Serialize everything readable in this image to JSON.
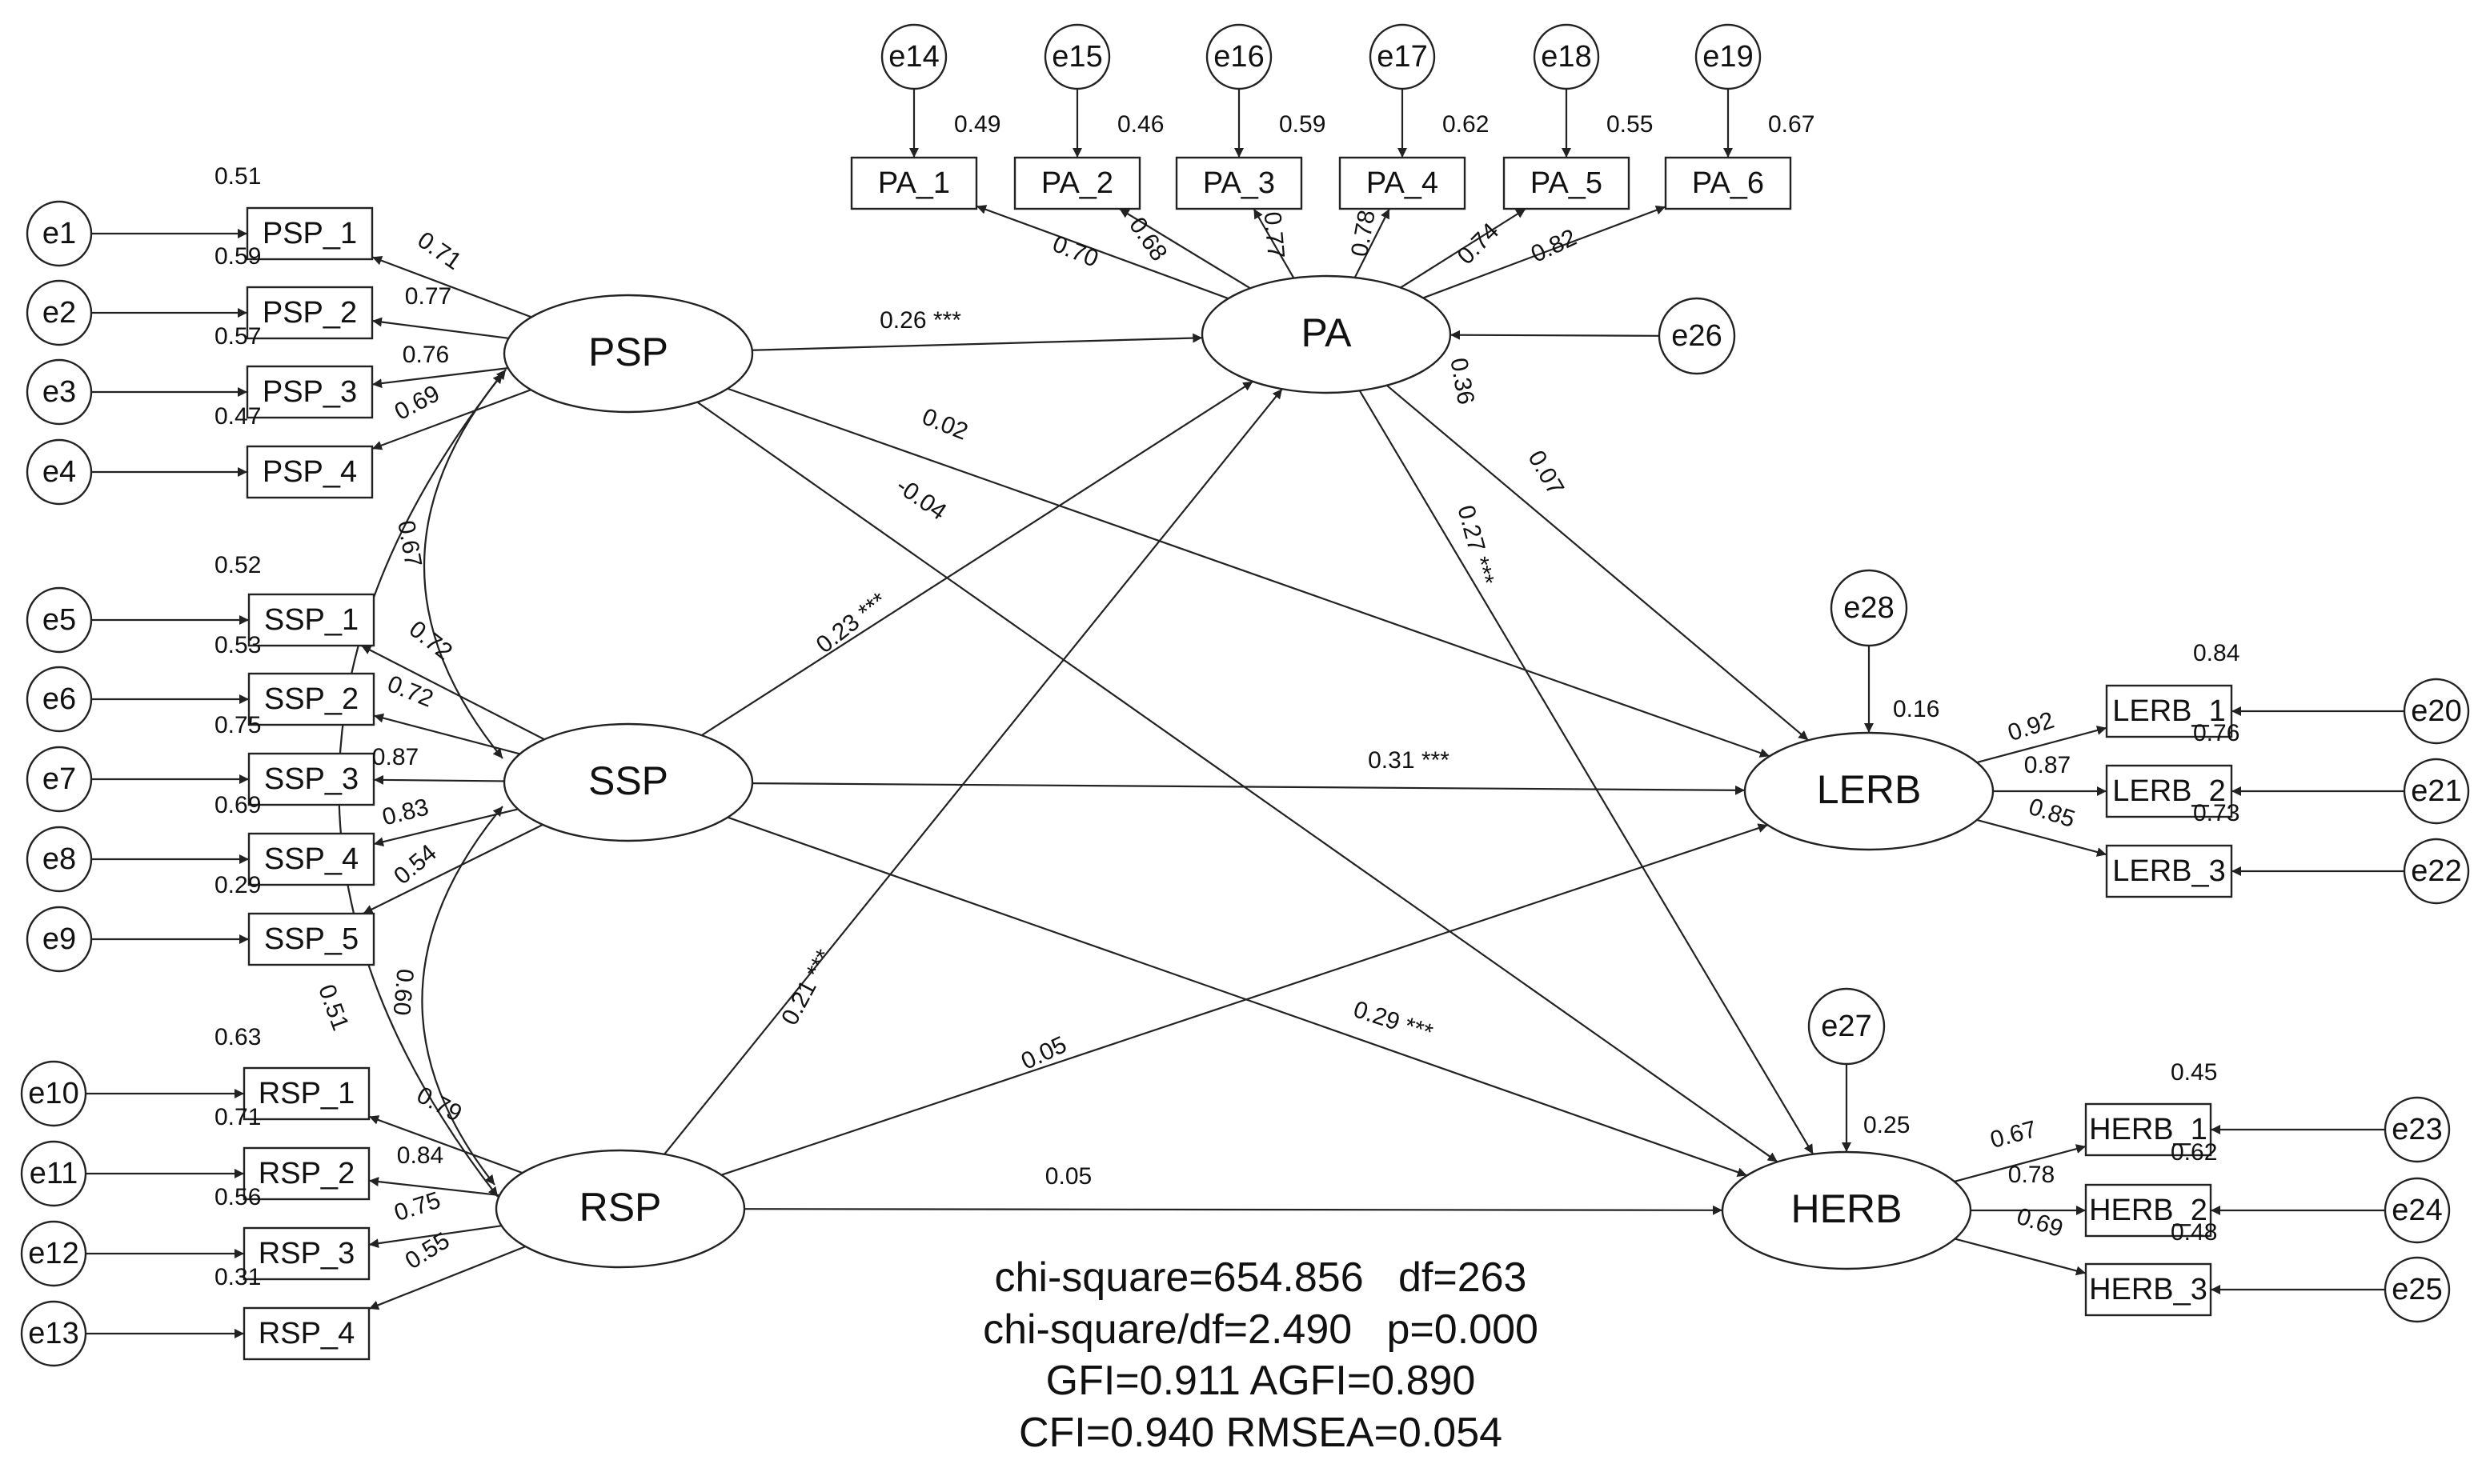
{
  "latents": [
    {
      "id": "PSP",
      "label": "PSP"
    },
    {
      "id": "SSP",
      "label": "SSP"
    },
    {
      "id": "RSP",
      "label": "RSP"
    },
    {
      "id": "PA",
      "label": "PA"
    },
    {
      "id": "LERB",
      "label": "LERB"
    },
    {
      "id": "HERB",
      "label": "HERB"
    }
  ],
  "indicators": [
    {
      "id": "PSP_1",
      "label": "PSP_1",
      "factor": "PSP",
      "loading": "0.71",
      "r2": "0.51",
      "error": "e1"
    },
    {
      "id": "PSP_2",
      "label": "PSP_2",
      "factor": "PSP",
      "loading": "0.77",
      "r2": "0.59",
      "error": "e2"
    },
    {
      "id": "PSP_3",
      "label": "PSP_3",
      "factor": "PSP",
      "loading": "0.76",
      "r2": "0.57",
      "error": "e3"
    },
    {
      "id": "PSP_4",
      "label": "PSP_4",
      "factor": "PSP",
      "loading": "0.69",
      "r2": "0.47",
      "error": "e4"
    },
    {
      "id": "SSP_1",
      "label": "SSP_1",
      "factor": "SSP",
      "loading": "0.72",
      "r2": "0.52",
      "error": "e5"
    },
    {
      "id": "SSP_2",
      "label": "SSP_2",
      "factor": "SSP",
      "loading": "0.72",
      "r2": "0.53",
      "error": "e6"
    },
    {
      "id": "SSP_3",
      "label": "SSP_3",
      "factor": "SSP",
      "loading": "0.87",
      "r2": "0.75",
      "error": "e7"
    },
    {
      "id": "SSP_4",
      "label": "SSP_4",
      "factor": "SSP",
      "loading": "0.83",
      "r2": "0.69",
      "error": "e8"
    },
    {
      "id": "SSP_5",
      "label": "SSP_5",
      "factor": "SSP",
      "loading": "0.54",
      "r2": "0.29",
      "error": "e9"
    },
    {
      "id": "RSP_1",
      "label": "RSP_1",
      "factor": "RSP",
      "loading": "0.79",
      "r2": "0.63",
      "error": "e10"
    },
    {
      "id": "RSP_2",
      "label": "RSP_2",
      "factor": "RSP",
      "loading": "0.84",
      "r2": "0.71",
      "error": "e11"
    },
    {
      "id": "RSP_3",
      "label": "RSP_3",
      "factor": "RSP",
      "loading": "0.75",
      "r2": "0.56",
      "error": "e12"
    },
    {
      "id": "RSP_4",
      "label": "RSP_4",
      "factor": "RSP",
      "loading": "0.55",
      "r2": "0.31",
      "error": "e13"
    },
    {
      "id": "PA_1",
      "label": "PA_1",
      "factor": "PA",
      "loading": "0.70",
      "r2": "0.49",
      "error": "e14"
    },
    {
      "id": "PA_2",
      "label": "PA_2",
      "factor": "PA",
      "loading": "0.68",
      "r2": "0.46",
      "error": "e15"
    },
    {
      "id": "PA_3",
      "label": "PA_3",
      "factor": "PA",
      "loading": "0.77",
      "r2": "0.59",
      "error": "e16"
    },
    {
      "id": "PA_4",
      "label": "PA_4",
      "factor": "PA",
      "loading": "0.78",
      "r2": "0.62",
      "error": "e17"
    },
    {
      "id": "PA_5",
      "label": "PA_5",
      "factor": "PA",
      "loading": "0.74",
      "r2": "0.55",
      "error": "e18"
    },
    {
      "id": "PA_6",
      "label": "PA_6",
      "factor": "PA",
      "loading": "0.82",
      "r2": "0.67",
      "error": "e19"
    },
    {
      "id": "LERB_1",
      "label": "LERB_1",
      "factor": "LERB",
      "loading": "0.92",
      "r2": "0.84",
      "error": "e20"
    },
    {
      "id": "LERB_2",
      "label": "LERB_2",
      "factor": "LERB",
      "loading": "0.87",
      "r2": "0.76",
      "error": "e21"
    },
    {
      "id": "LERB_3",
      "label": "LERB_3",
      "factor": "LERB",
      "loading": "0.85",
      "r2": "0.73",
      "error": "e22"
    },
    {
      "id": "HERB_1",
      "label": "HERB_1",
      "factor": "HERB",
      "loading": "0.67",
      "r2": "0.45",
      "error": "e23"
    },
    {
      "id": "HERB_2",
      "label": "HERB_2",
      "factor": "HERB",
      "loading": "0.78",
      "r2": "0.62",
      "error": "e24"
    },
    {
      "id": "HERB_3",
      "label": "HERB_3",
      "factor": "HERB",
      "loading": "0.69",
      "r2": "0.48",
      "error": "e25"
    }
  ],
  "paths": [
    {
      "from": "PSP",
      "to": "PA",
      "label": "0.26 ***"
    },
    {
      "from": "PSP",
      "to": "LERB",
      "label": "0.02"
    },
    {
      "from": "PSP",
      "to": "HERB",
      "label": "-0.04"
    },
    {
      "from": "SSP",
      "to": "PA",
      "label": "0.23 ***"
    },
    {
      "from": "SSP",
      "to": "LERB",
      "label": "0.31 ***"
    },
    {
      "from": "SSP",
      "to": "HERB",
      "label": "0.29 ***"
    },
    {
      "from": "RSP",
      "to": "PA",
      "label": "0.21 ***"
    },
    {
      "from": "RSP",
      "to": "LERB",
      "label": "0.05"
    },
    {
      "from": "RSP",
      "to": "HERB",
      "label": "0.05"
    },
    {
      "from": "PA",
      "to": "LERB",
      "label": "0.07"
    },
    {
      "from": "PA",
      "to": "HERB",
      "label": "0.27 ***"
    }
  ],
  "correlations": [
    {
      "a": "PSP",
      "b": "SSP",
      "label": "0.67"
    },
    {
      "a": "SSP",
      "b": "RSP",
      "label": "0.60"
    },
    {
      "a": "PSP",
      "b": "RSP",
      "label": "0.51"
    }
  ],
  "disturbances": [
    {
      "id": "e26",
      "target": "PA",
      "r2": "0.36"
    },
    {
      "id": "e28",
      "target": "LERB",
      "r2": "0.16"
    },
    {
      "id": "e27",
      "target": "HERB",
      "r2": "0.25"
    }
  ],
  "fit": [
    "chi-square=654.856   df=263",
    "chi-square/df=2.490   p=0.000",
    "GFI=0.911 AGFI=0.890",
    "CFI=0.940 RMSEA=0.054"
  ]
}
